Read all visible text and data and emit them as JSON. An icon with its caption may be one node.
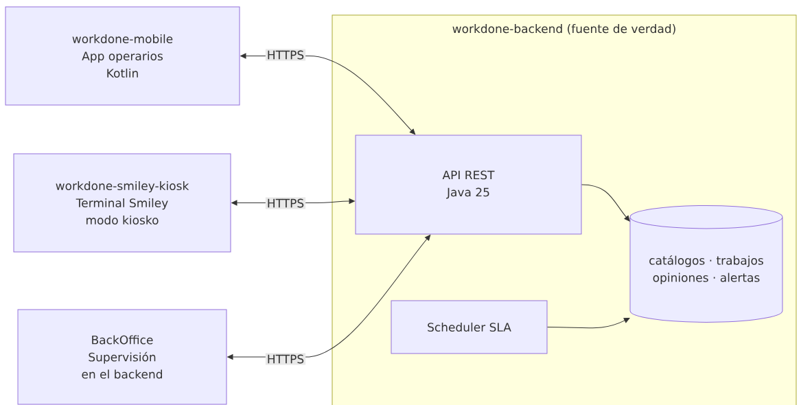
{
  "diagram": {
    "nodes": [
      {
        "text": [
          "workdone-mobile",
          "App operarios",
          "Kotlin"
        ]
      },
      {
        "text": [
          "workdone-smiley-kiosk",
          "Terminal Smiley",
          "modo kiosko"
        ]
      },
      {
        "text": [
          "BackOffice",
          "Supervisión",
          "en el backend"
        ]
      },
      {
        "text": [
          "workdone-backend (fuente de verdad)"
        ]
      },
      {
        "text": [
          "API REST",
          "Java 25"
        ],
        "in": 3
      },
      {
        "text": [
          "catálogos · trabajos",
          "opiniones · alertas"
        ],
        "in": 3
      },
      {
        "text": [
          "Scheduler SLA"
        ],
        "in": 3
      }
    ],
    "edges": [
      {
        "from": 0,
        "to": 4,
        "arrow": "both",
        "label": "HTTPS"
      },
      {
        "from": 1,
        "to": 4,
        "arrow": "both",
        "label": "HTTPS"
      },
      {
        "from": 2,
        "to": 4,
        "arrow": "both",
        "label": "HTTPS"
      },
      {
        "from": 4,
        "to": 5,
        "arrow": "to"
      },
      {
        "from": 6,
        "to": 5,
        "arrow": "to"
      }
    ]
  }
}
